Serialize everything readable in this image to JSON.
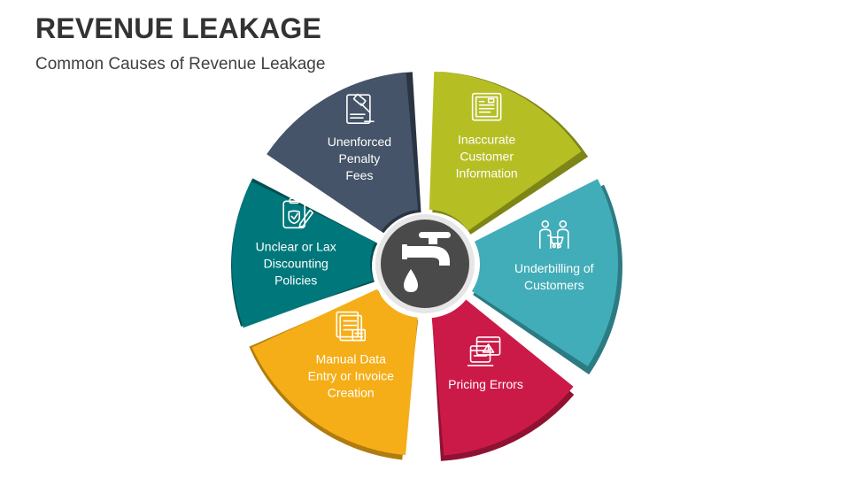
{
  "header": {
    "title": "REVENUE LEAKAGE",
    "subtitle": "Common Causes of Revenue Leakage"
  },
  "center": {
    "icon": "dripping-faucet-icon",
    "fill": "#4a4a4a",
    "ring": "#e6e6e6"
  },
  "segments": [
    {
      "key": "inaccurate-customer-information",
      "lines": [
        "Inaccurate",
        "Customer",
        "Information"
      ],
      "color": "#b5bf24",
      "shadow": "#7e8517",
      "icon": "document-form-icon"
    },
    {
      "key": "underbilling-of-customers",
      "lines": [
        "Underbilling of",
        "Customers"
      ],
      "color": "#41adb8",
      "shadow": "#2c7b83",
      "icon": "people-with-cart-icon"
    },
    {
      "key": "pricing-errors",
      "lines": [
        "Pricing Errors"
      ],
      "color": "#cc1a48",
      "shadow": "#8f1232",
      "icon": "browser-warning-icon"
    },
    {
      "key": "manual-data-entry",
      "lines": [
        "Manual Data",
        "Entry or Invoice",
        "Creation"
      ],
      "color": "#f5ae17",
      "shadow": "#b07c0f",
      "icon": "data-entry-forms-icon"
    },
    {
      "key": "unclear-discounting-policies",
      "lines": [
        "Unclear or Lax",
        "Discounting",
        "Policies"
      ],
      "color": "#00787b",
      "shadow": "#004f51",
      "icon": "checked-clipboard-pen-icon"
    },
    {
      "key": "unenforced-penalty-fees",
      "lines": [
        "Unenforced",
        "Penalty",
        "Fees"
      ],
      "color": "#455468",
      "shadow": "#2a3442",
      "icon": "gavel-document-icon"
    }
  ]
}
